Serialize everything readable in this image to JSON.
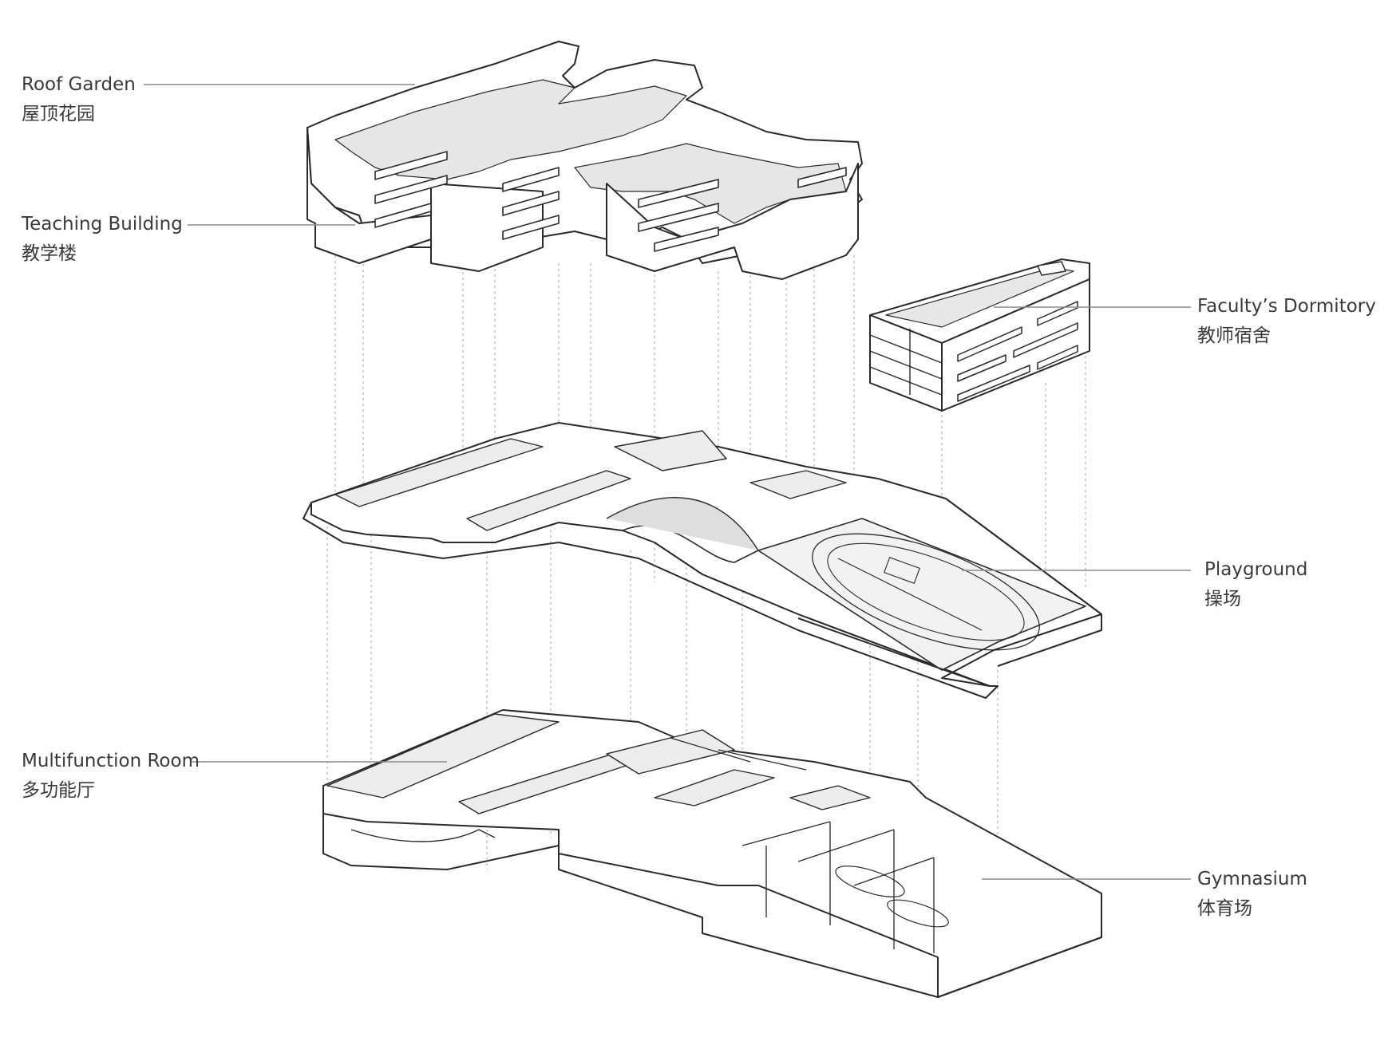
{
  "labels": {
    "roof_garden": {
      "en": "Roof Garden",
      "zh": "屋顶花园"
    },
    "teaching_building": {
      "en": "Teaching Building",
      "zh": "教学楼"
    },
    "faculty_dormitory": {
      "en": "Faculty’s Dormitory",
      "zh": "教师宿舍"
    },
    "playground": {
      "en": "Playground",
      "zh": "操场"
    },
    "multifunction_room": {
      "en": "Multifunction Room",
      "zh": "多功能厅"
    },
    "gymnasium": {
      "en": "Gymnasium",
      "zh": "体育场"
    }
  },
  "colors": {
    "line": "#2a2a2a",
    "leader": "#8c8c8c",
    "fill_light": "#ffffff",
    "fill_shade": "#e9e9e9",
    "fill_mid": "#d7d7d7"
  }
}
